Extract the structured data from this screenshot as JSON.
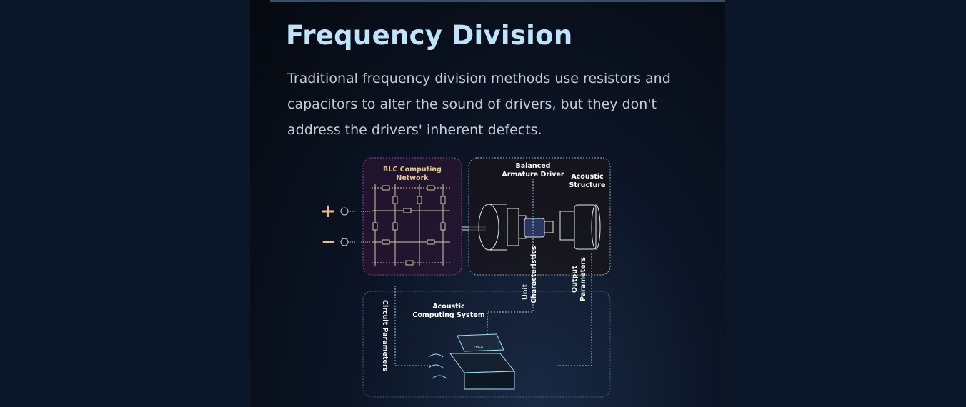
{
  "title": "Frequency Division",
  "description": "Traditional frequency division methods use resistors and capacitors to alter the sound of drivers, but they don't address the drivers' inherent defects.",
  "diagram": {
    "rlc_line1": "RLC Computing",
    "rlc_line2": "Network",
    "ba_line1": "Balanced",
    "ba_line2": "Armature Driver",
    "ac_line1": "Acoustic",
    "ac_line2": "Structure",
    "plus": "+",
    "minus": "−",
    "unit_line1": "Unit",
    "unit_line2": "Characteristics",
    "out_line1": "Output",
    "out_line2": "Parameters",
    "circuit": "Circuit Parameters",
    "acs_line1": "Acoustic",
    "acs_line2": "Computing System",
    "chip": "FPGA"
  }
}
